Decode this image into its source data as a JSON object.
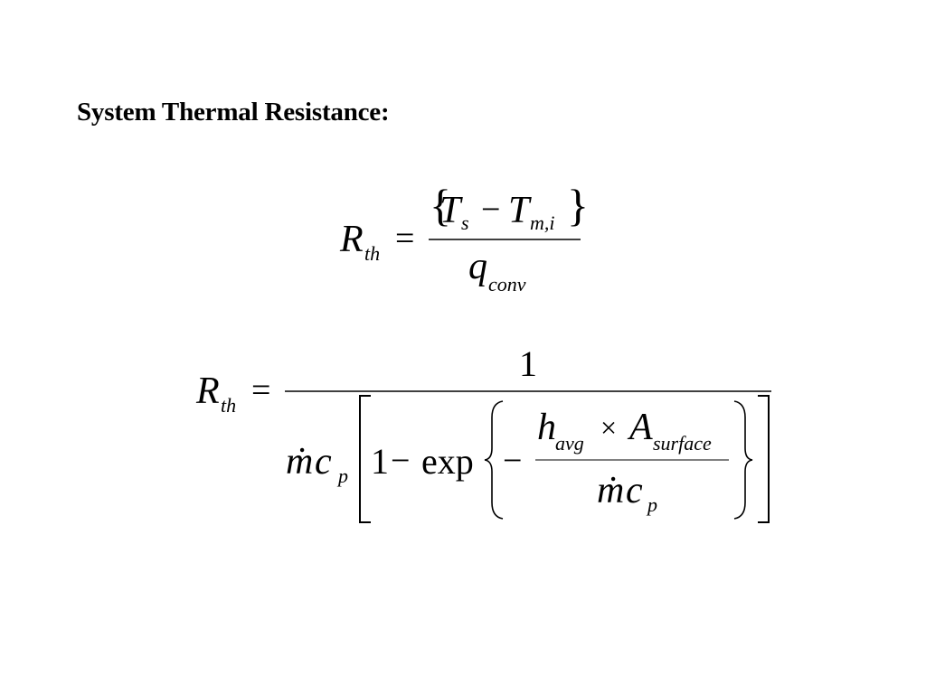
{
  "heading": "System Thermal Resistance:",
  "equation1": {
    "lhs_symbol": "R",
    "lhs_subscript": "th",
    "equals": "=",
    "numerator": {
      "open_brace": "{",
      "term1": "T",
      "term1_sub": "s",
      "minus": "−",
      "term2": "T",
      "term2_sub": "m,i",
      "close_brace": "}"
    },
    "denominator": {
      "symbol": "q",
      "subscript": "conv"
    }
  },
  "equation2": {
    "lhs_symbol": "R",
    "lhs_subscript": "th",
    "equals": "=",
    "numerator": "1",
    "denominator": {
      "mdot": "ṁ",
      "c": "c",
      "c_sub": "p",
      "one": "1",
      "minus": "−",
      "exp": "exp",
      "inner_minus": "−",
      "inner_numerator": {
        "h": "h",
        "h_sub": "avg",
        "times": "×",
        "A": "A",
        "A_sub": "surface"
      },
      "inner_denominator": {
        "mdot": "ṁ",
        "c": "c",
        "c_sub": "p"
      }
    }
  }
}
